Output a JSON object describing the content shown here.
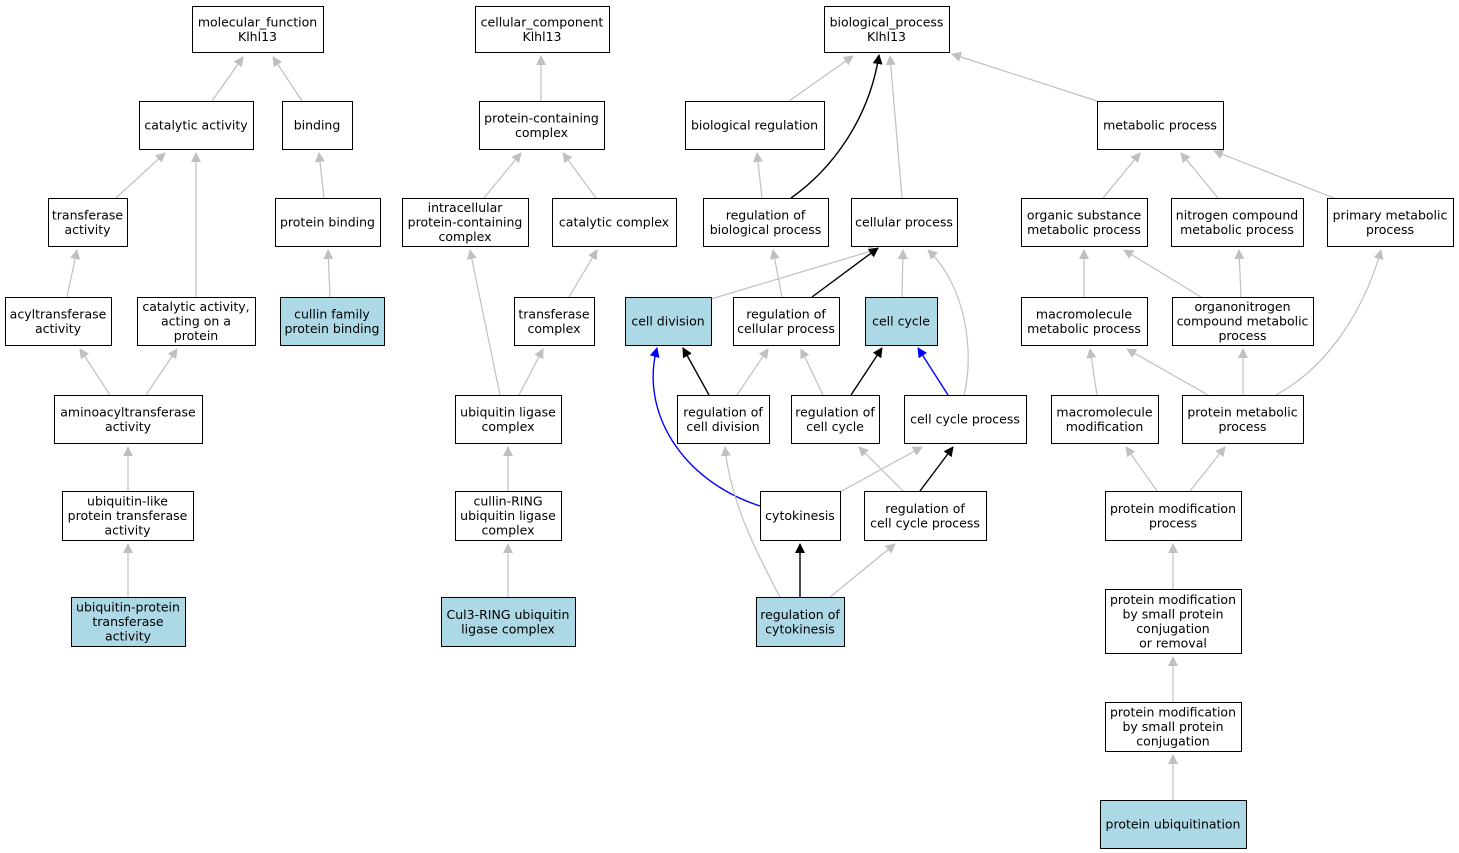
{
  "colors": {
    "highlight_fill": "#add8e6",
    "default_fill": "#ffffff",
    "edge_gray": "#c0c0c0",
    "edge_black": "#000000",
    "edge_blue": "#0000ff"
  },
  "nodes": [
    {
      "id": "mf",
      "lines": [
        "molecular_function",
        "Klhl13"
      ],
      "highlight": false
    },
    {
      "id": "catalytic",
      "lines": [
        "catalytic activity"
      ],
      "highlight": false
    },
    {
      "id": "binding",
      "lines": [
        "binding"
      ],
      "highlight": false
    },
    {
      "id": "transferase",
      "lines": [
        "transferase",
        "activity"
      ],
      "highlight": false
    },
    {
      "id": "proteinbinding",
      "lines": [
        "protein binding"
      ],
      "highlight": false
    },
    {
      "id": "acyltransferase",
      "lines": [
        "acyltransferase",
        "activity"
      ],
      "highlight": false
    },
    {
      "id": "catprotein",
      "lines": [
        "catalytic activity,",
        "acting on a",
        "protein"
      ],
      "highlight": false
    },
    {
      "id": "cullinbinding",
      "lines": [
        "cullin family",
        "protein binding"
      ],
      "highlight": true
    },
    {
      "id": "aminoacyl",
      "lines": [
        "aminoacyltransferase",
        "activity"
      ],
      "highlight": false
    },
    {
      "id": "ubllike",
      "lines": [
        "ubiquitin-like",
        "protein transferase",
        "activity"
      ],
      "highlight": false
    },
    {
      "id": "ubprotein",
      "lines": [
        "ubiquitin-protein",
        "transferase",
        "activity"
      ],
      "highlight": true
    },
    {
      "id": "cc",
      "lines": [
        "cellular_component",
        "Klhl13"
      ],
      "highlight": false
    },
    {
      "id": "pcc",
      "lines": [
        "protein-containing",
        "complex"
      ],
      "highlight": false
    },
    {
      "id": "intracellular",
      "lines": [
        "intracellular",
        "protein-containing",
        "complex"
      ],
      "highlight": false
    },
    {
      "id": "catcomplex",
      "lines": [
        "catalytic complex"
      ],
      "highlight": false
    },
    {
      "id": "transcomplex",
      "lines": [
        "transferase",
        "complex"
      ],
      "highlight": false
    },
    {
      "id": "ubligase",
      "lines": [
        "ubiquitin ligase",
        "complex"
      ],
      "highlight": false
    },
    {
      "id": "cullinring",
      "lines": [
        "cullin-RING",
        "ubiquitin ligase",
        "complex"
      ],
      "highlight": false
    },
    {
      "id": "cul3",
      "lines": [
        "Cul3-RING ubiquitin",
        "ligase complex"
      ],
      "highlight": true
    },
    {
      "id": "bp",
      "lines": [
        "biological_process",
        "Klhl13"
      ],
      "highlight": false
    },
    {
      "id": "bioreg",
      "lines": [
        "biological regulation"
      ],
      "highlight": false
    },
    {
      "id": "metabolic",
      "lines": [
        "metabolic process"
      ],
      "highlight": false
    },
    {
      "id": "regbio",
      "lines": [
        "regulation of",
        "biological process"
      ],
      "highlight": false
    },
    {
      "id": "cellular",
      "lines": [
        "cellular process"
      ],
      "highlight": false
    },
    {
      "id": "orgsubst",
      "lines": [
        "organic substance",
        "metabolic process"
      ],
      "highlight": false
    },
    {
      "id": "nitrogen",
      "lines": [
        "nitrogen compound",
        "metabolic process"
      ],
      "highlight": false
    },
    {
      "id": "primary",
      "lines": [
        "primary metabolic",
        "process"
      ],
      "highlight": false
    },
    {
      "id": "celldivision",
      "lines": [
        "cell division"
      ],
      "highlight": true
    },
    {
      "id": "regcellular",
      "lines": [
        "regulation of",
        "cellular process"
      ],
      "highlight": false
    },
    {
      "id": "cellcycle",
      "lines": [
        "cell cycle"
      ],
      "highlight": true
    },
    {
      "id": "macromol",
      "lines": [
        "macromolecule",
        "metabolic process"
      ],
      "highlight": false
    },
    {
      "id": "organonitrogen",
      "lines": [
        "organonitrogen",
        "compound metabolic",
        "process"
      ],
      "highlight": false
    },
    {
      "id": "regcelldiv",
      "lines": [
        "regulation of",
        "cell division"
      ],
      "highlight": false
    },
    {
      "id": "regcellcycle",
      "lines": [
        "regulation of",
        "cell cycle"
      ],
      "highlight": false
    },
    {
      "id": "ccprocess",
      "lines": [
        "cell cycle process"
      ],
      "highlight": false
    },
    {
      "id": "macromod",
      "lines": [
        "macromolecule",
        "modification"
      ],
      "highlight": false
    },
    {
      "id": "protmetab",
      "lines": [
        "protein metabolic",
        "process"
      ],
      "highlight": false
    },
    {
      "id": "cytokinesis",
      "lines": [
        "cytokinesis"
      ],
      "highlight": false
    },
    {
      "id": "regccprocess",
      "lines": [
        "regulation of",
        "cell cycle process"
      ],
      "highlight": false
    },
    {
      "id": "protmod",
      "lines": [
        "protein modification",
        "process"
      ],
      "highlight": false
    },
    {
      "id": "protmodsmall",
      "lines": [
        "protein modification",
        "by small protein",
        "conjugation",
        "or removal"
      ],
      "highlight": false
    },
    {
      "id": "protmodconj",
      "lines": [
        "protein modification",
        "by small protein",
        "conjugation"
      ],
      "highlight": false
    },
    {
      "id": "regcytokinesis",
      "lines": [
        "regulation of",
        "cytokinesis"
      ],
      "highlight": true
    },
    {
      "id": "ubiquitination",
      "lines": [
        "protein ubiquitination"
      ],
      "highlight": true
    }
  ],
  "edges": [
    {
      "from": "catalytic",
      "to": "mf",
      "style": "gray"
    },
    {
      "from": "binding",
      "to": "mf",
      "style": "gray"
    },
    {
      "from": "transferase",
      "to": "catalytic",
      "style": "gray"
    },
    {
      "from": "catprotein",
      "to": "catalytic",
      "style": "gray"
    },
    {
      "from": "proteinbinding",
      "to": "binding",
      "style": "gray"
    },
    {
      "from": "cullinbinding",
      "to": "proteinbinding",
      "style": "gray"
    },
    {
      "from": "acyltransferase",
      "to": "transferase",
      "style": "gray"
    },
    {
      "from": "aminoacyl",
      "to": "acyltransferase",
      "style": "gray"
    },
    {
      "from": "aminoacyl",
      "to": "catprotein",
      "style": "gray"
    },
    {
      "from": "ubllike",
      "to": "aminoacyl",
      "style": "gray"
    },
    {
      "from": "ubprotein",
      "to": "ubllike",
      "style": "gray"
    },
    {
      "from": "pcc",
      "to": "cc",
      "style": "gray"
    },
    {
      "from": "intracellular",
      "to": "pcc",
      "style": "gray"
    },
    {
      "from": "catcomplex",
      "to": "pcc",
      "style": "gray"
    },
    {
      "from": "transcomplex",
      "to": "catcomplex",
      "style": "gray"
    },
    {
      "from": "ubligase",
      "to": "intracellular",
      "style": "gray"
    },
    {
      "from": "ubligase",
      "to": "transcomplex",
      "style": "gray"
    },
    {
      "from": "cullinring",
      "to": "ubligase",
      "style": "gray"
    },
    {
      "from": "cul3",
      "to": "cullinring",
      "style": "gray"
    },
    {
      "from": "bioreg",
      "to": "bp",
      "style": "gray"
    },
    {
      "from": "regbio",
      "to": "bp",
      "style": "black"
    },
    {
      "from": "cellular",
      "to": "bp",
      "style": "gray"
    },
    {
      "from": "metabolic",
      "to": "bp",
      "style": "gray"
    },
    {
      "from": "regbio",
      "to": "bioreg",
      "style": "gray"
    },
    {
      "from": "regcellular",
      "to": "regbio",
      "style": "gray"
    },
    {
      "from": "celldivision",
      "to": "cellular",
      "style": "gray"
    },
    {
      "from": "regcellular",
      "to": "cellular",
      "style": "black"
    },
    {
      "from": "cellcycle",
      "to": "cellular",
      "style": "gray"
    },
    {
      "from": "ccprocess",
      "to": "cellular",
      "style": "gray"
    },
    {
      "from": "orgsubst",
      "to": "metabolic",
      "style": "gray"
    },
    {
      "from": "nitrogen",
      "to": "metabolic",
      "style": "gray"
    },
    {
      "from": "primary",
      "to": "metabolic",
      "style": "gray"
    },
    {
      "from": "macromol",
      "to": "orgsubst",
      "style": "gray"
    },
    {
      "from": "organonitrogen",
      "to": "orgsubst",
      "style": "gray"
    },
    {
      "from": "organonitrogen",
      "to": "nitrogen",
      "style": "gray"
    },
    {
      "from": "protmetab",
      "to": "primary",
      "style": "gray"
    },
    {
      "from": "regcelldiv",
      "to": "celldivision",
      "style": "black"
    },
    {
      "from": "cytokinesis",
      "to": "celldivision",
      "style": "blue"
    },
    {
      "from": "regcelldiv",
      "to": "regcellular",
      "style": "gray"
    },
    {
      "from": "regcellcycle",
      "to": "regcellular",
      "style": "gray"
    },
    {
      "from": "regcellcycle",
      "to": "cellcycle",
      "style": "black"
    },
    {
      "from": "ccprocess",
      "to": "cellcycle",
      "style": "blue"
    },
    {
      "from": "macromod",
      "to": "macromol",
      "style": "gray"
    },
    {
      "from": "protmetab",
      "to": "macromol",
      "style": "gray"
    },
    {
      "from": "protmetab",
      "to": "organonitrogen",
      "style": "gray"
    },
    {
      "from": "cytokinesis",
      "to": "ccprocess",
      "style": "gray"
    },
    {
      "from": "regccprocess",
      "to": "ccprocess",
      "style": "black"
    },
    {
      "from": "regccprocess",
      "to": "regcellcycle",
      "style": "gray"
    },
    {
      "from": "protmod",
      "to": "macromod",
      "style": "gray"
    },
    {
      "from": "protmod",
      "to": "protmetab",
      "style": "gray"
    },
    {
      "from": "regcytokinesis",
      "to": "cytokinesis",
      "style": "black"
    },
    {
      "from": "regcytokinesis",
      "to": "regccprocess",
      "style": "gray"
    },
    {
      "from": "regcytokinesis",
      "to": "regcelldiv",
      "style": "gray"
    },
    {
      "from": "protmodsmall",
      "to": "protmod",
      "style": "gray"
    },
    {
      "from": "protmodconj",
      "to": "protmodsmall",
      "style": "gray"
    },
    {
      "from": "ubiquitination",
      "to": "protmodconj",
      "style": "gray"
    }
  ]
}
